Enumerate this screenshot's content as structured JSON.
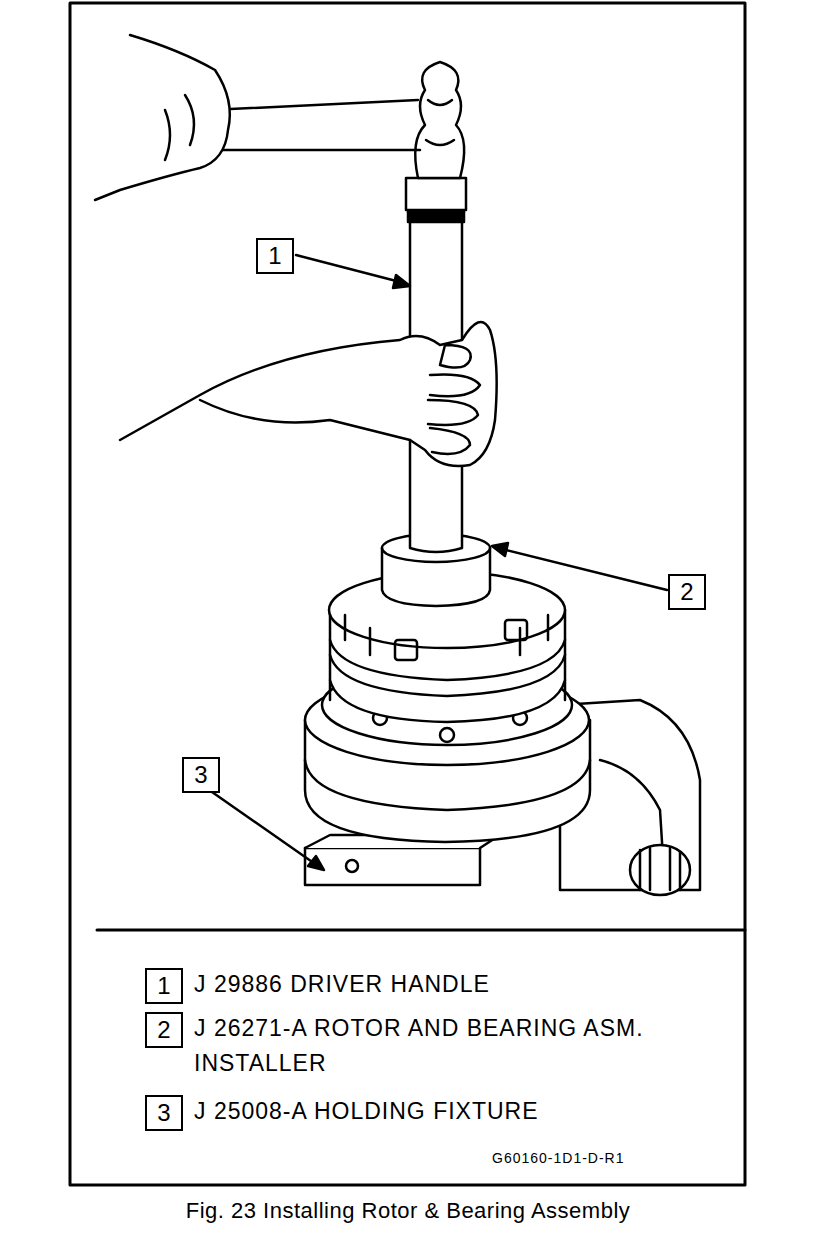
{
  "diagram": {
    "caption": "Fig. 23 Installing Rotor & Bearing Assembly",
    "nodes": [
      {
        "text": [
          "1"
        ]
      },
      {
        "text": [
          "2"
        ]
      },
      {
        "text": [
          "3"
        ]
      },
      {
        "text": [
          "1"
        ]
      },
      {
        "text": [
          "2"
        ]
      },
      {
        "text": [
          "3"
        ]
      }
    ],
    "labels": [
      "J 29886 DRIVER HANDLE",
      "J 26271-A ROTOR AND BEARING ASM. INSTALLER",
      "J 25008-A HOLDING FIXTURE",
      "G60160-1D1-D-R1"
    ]
  }
}
